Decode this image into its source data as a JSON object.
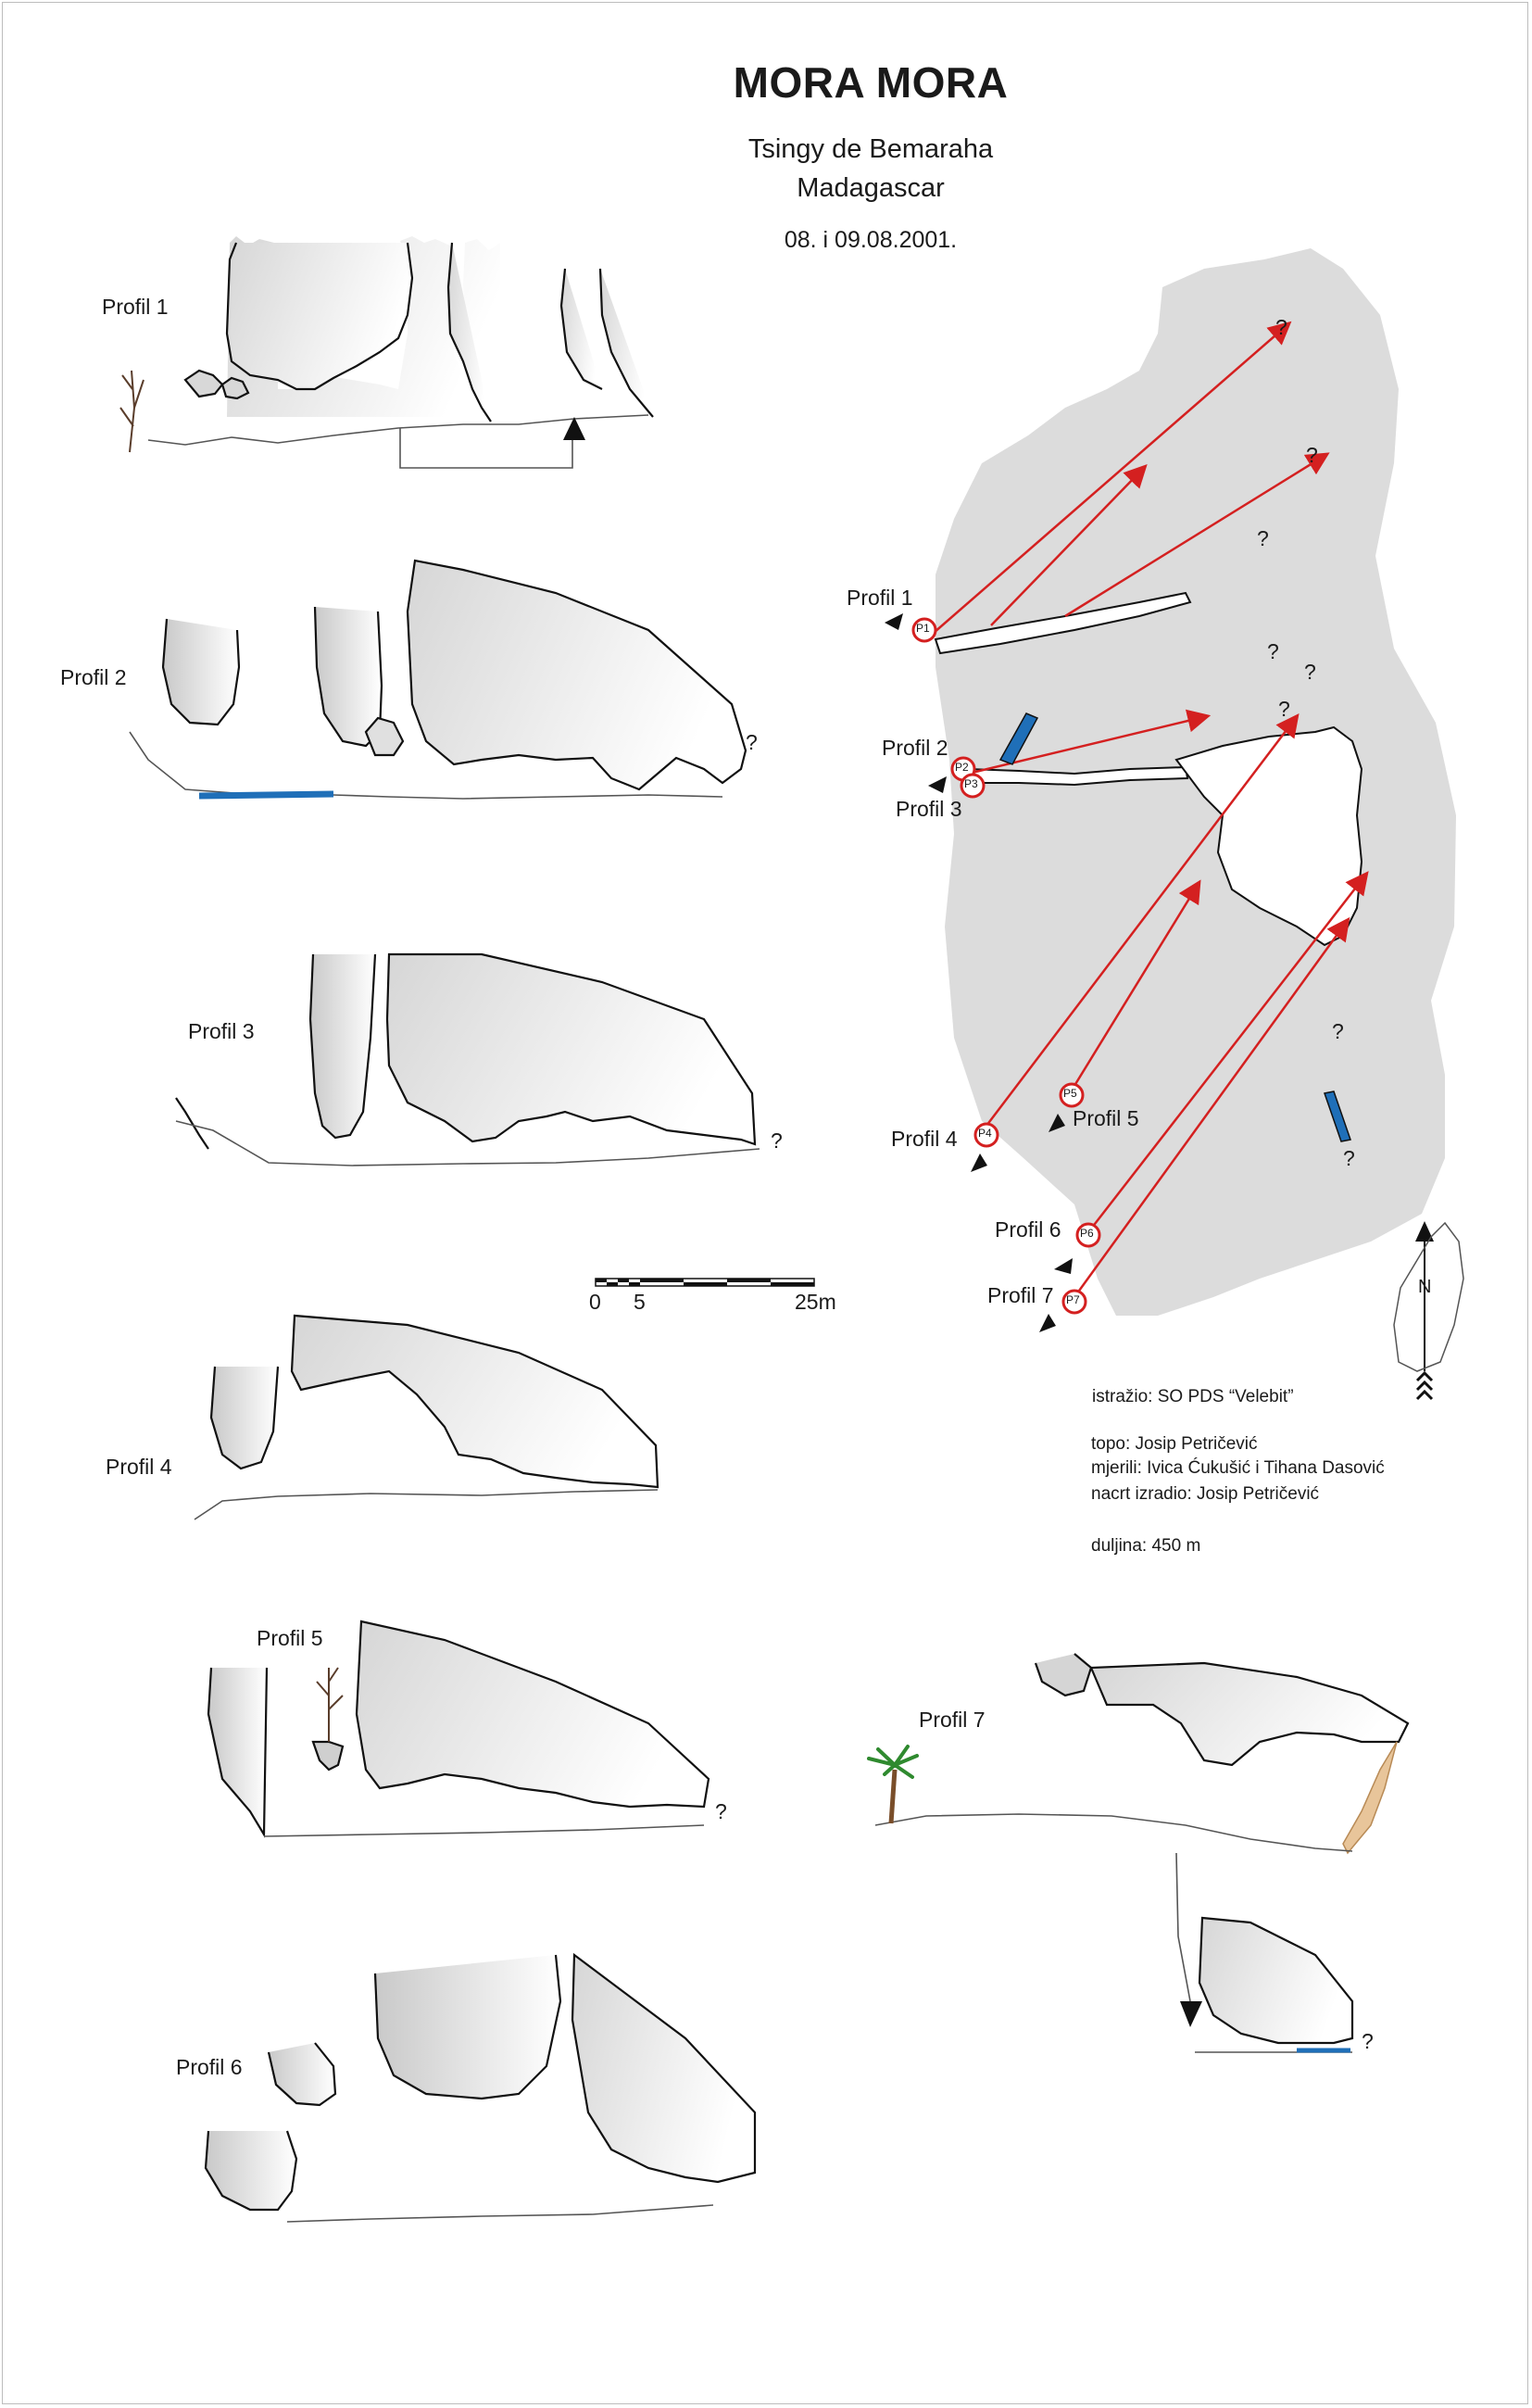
{
  "header": {
    "title": "MORA MORA",
    "subtitle_line1": "Tsingy de Bemaraha",
    "subtitle_line2": "Madagascar",
    "date": "08. i 09.08.2001."
  },
  "profiles": [
    {
      "id": "profil-1",
      "label": "Profil 1"
    },
    {
      "id": "profil-2",
      "label": "Profil 2"
    },
    {
      "id": "profil-3",
      "label": "Profil 3"
    },
    {
      "id": "profil-4",
      "label": "Profil 4"
    },
    {
      "id": "profil-5",
      "label": "Profil 5"
    },
    {
      "id": "profil-6",
      "label": "Profil 6"
    },
    {
      "id": "profil-7",
      "label": "Profil 7"
    }
  ],
  "plan": {
    "profile_labels": [
      "Profil 1",
      "Profil 2",
      "Profil 3",
      "Profil 4",
      "Profil 5",
      "Profil 6",
      "Profil 7"
    ],
    "station_markers": [
      "P1",
      "P2",
      "P3",
      "P4",
      "P5",
      "P6",
      "P7"
    ],
    "unknown_marker": "?",
    "north_label": "N",
    "colors": {
      "cave_plan_fill": "#dcdcdc",
      "passage_line": "#d42020",
      "water": "#1f6fb8",
      "rock_outline": "#111111",
      "sand_wall": "#e8c59a"
    }
  },
  "scale_bar": {
    "tick_0": "0",
    "tick_5": "5",
    "tick_end": "25m"
  },
  "credits": {
    "explored": "istražio: SO PDS “Velebit”",
    "topo": "topo: Josip Petričević",
    "measured": "mjerili: Ivica Ćukušić i Tihana Dasović",
    "drawn": "nacrt izradio: Josip Petričević",
    "length": "duljina: 450 m"
  }
}
